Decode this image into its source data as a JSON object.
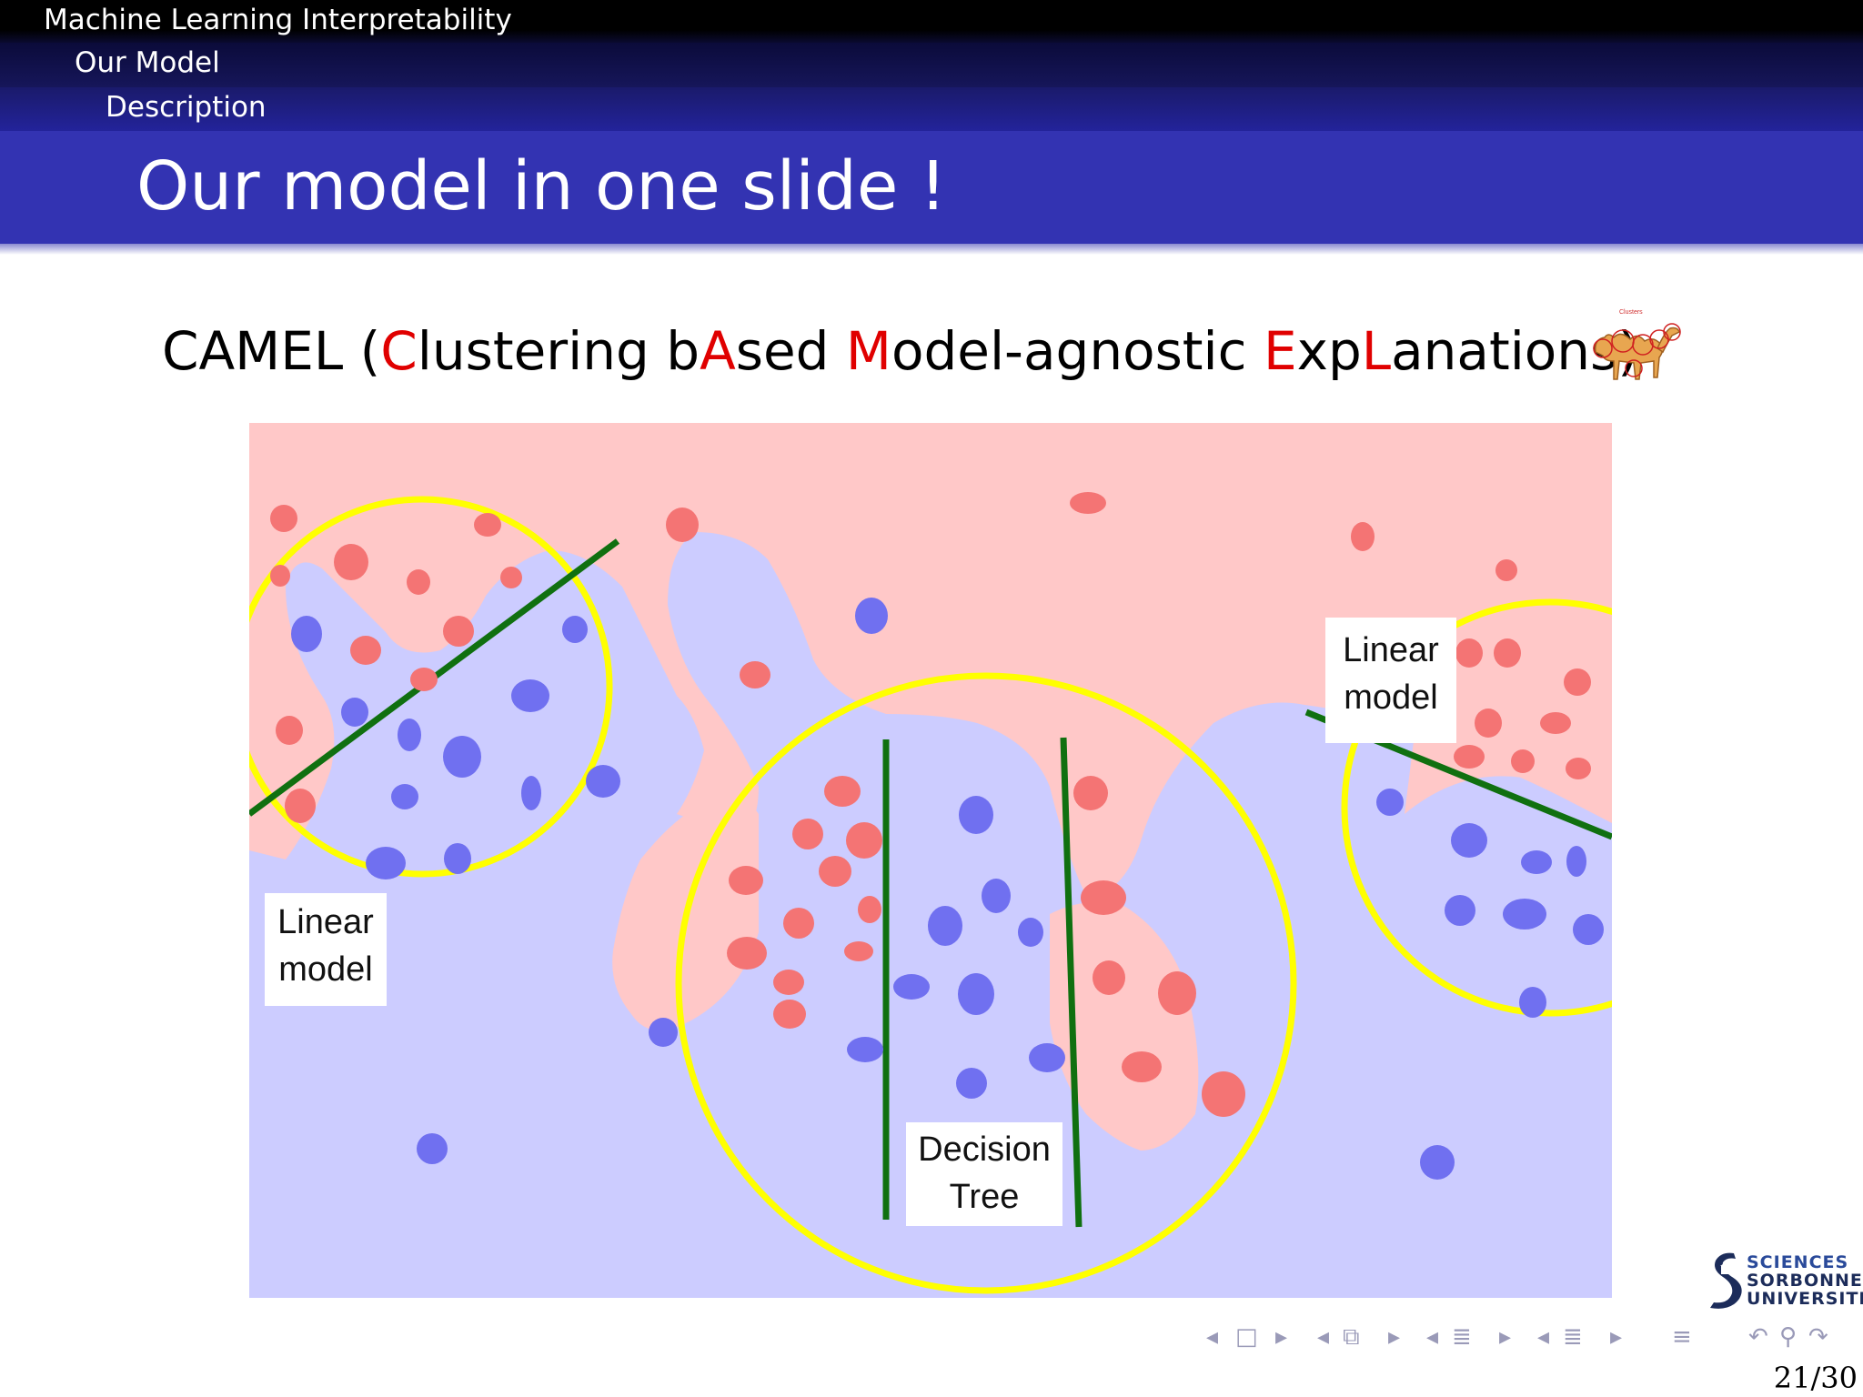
{
  "header": {
    "section": "Machine Learning Interpretability",
    "subsection": "Our Model",
    "subsubsection": "Description"
  },
  "frame": {
    "title": "Our model in one slide !"
  },
  "heading": {
    "p1": "CAMEL (",
    "c": "C",
    "p2": "lustering b",
    "a": "A",
    "p3": "sed ",
    "m": "M",
    "p4": "odel-agnostic ",
    "e": "E",
    "p5": "xp",
    "l": "L",
    "p6": "anations)"
  },
  "logo": {
    "caption": "Clusters"
  },
  "figure": {
    "labels": {
      "linear_left_1": "Linear",
      "linear_left_2": "model",
      "linear_right_1": "Linear",
      "linear_right_2": "model",
      "tree_1": "Decision",
      "tree_2": "Tree"
    },
    "colors": {
      "red_region": "#ffc8c8",
      "blue_region": "#ccccff",
      "red_point": "#f47474",
      "blue_point": "#7070f0",
      "cluster_circle": "#ffff00",
      "boundary": "#107010"
    }
  },
  "institution": {
    "line1": "SCIENCES",
    "line2": "SORBONNE",
    "line3": "UNIVERSITÉ"
  },
  "navigation": {
    "icons": [
      "nav-left-arrow",
      "frame-icon",
      "nav-right-arrow",
      "nav-left-arrow",
      "subsection-icon",
      "nav-right-arrow",
      "nav-left-arrow",
      "section-icon",
      "nav-right-arrow",
      "nav-left-arrow",
      "section-icon",
      "nav-right-arrow",
      "toc-icon",
      "undo-icon",
      "search-icon",
      "redo-icon"
    ]
  },
  "page": {
    "number": "21/30"
  }
}
